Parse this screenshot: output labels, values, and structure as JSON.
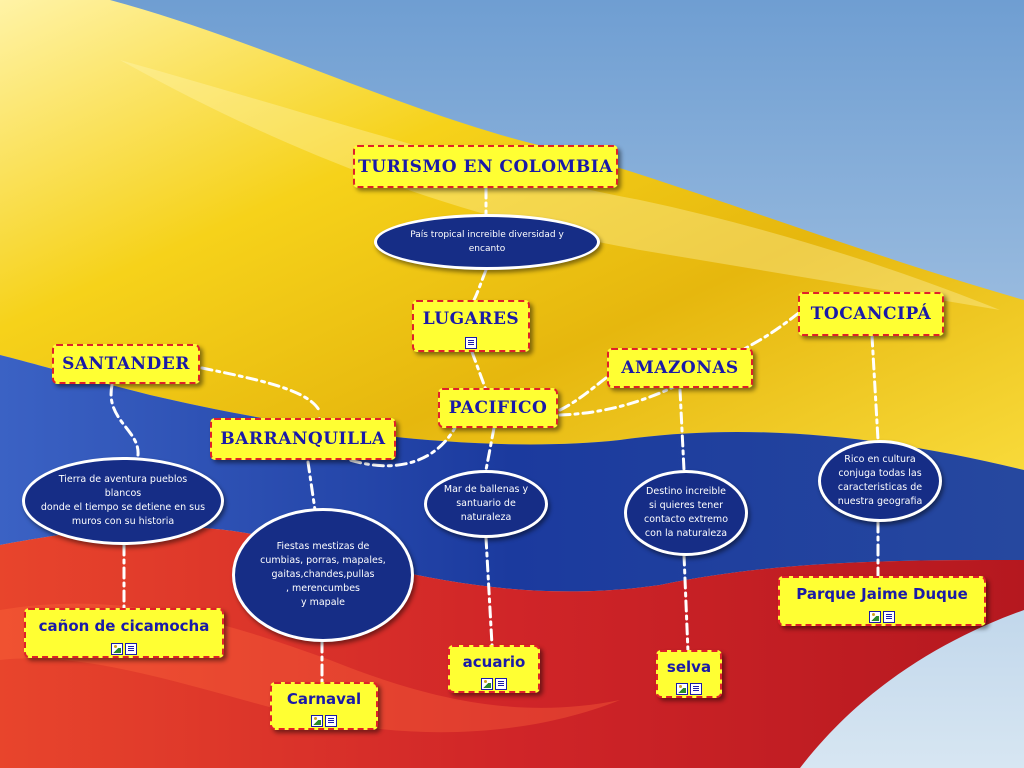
{
  "colors": {
    "yellow": "#f6d21a",
    "blue": "#1b3a9e",
    "red": "#d8262a",
    "box_fill": "#ffff33",
    "box_border": "#e0202a",
    "box_text": "#1a1aa8"
  },
  "map": {
    "title": "TURISMO EN COLOMBIA",
    "intro": "País tropical increible diversidad y encanto",
    "lugares": "LUGARES",
    "regions": {
      "santander": {
        "name": "SANTANDER",
        "desc": "Tierra de aventura pueblos blancos\ndonde el tiempo se detiene en sus\nmuros con su historia",
        "place": "cañon de cicamocha"
      },
      "barranquilla": {
        "name": "BARRANQUILLA",
        "desc": "Fiestas mestizas de\ncumbias, porras, mapales,\ngaitas,chandes,pullas\n, merencumbes\ny mapale",
        "place": "Carnaval"
      },
      "pacifico": {
        "name": "PACIFICO",
        "desc": "Mar de ballenas y\nsantuario de\nnaturaleza",
        "place": "acuario"
      },
      "amazonas": {
        "name": "AMAZONAS",
        "desc": "Destino increible\nsi quieres tener\ncontacto extremo\ncon la naturaleza",
        "place": "selva"
      },
      "tocancipa": {
        "name": "TOCANCIPÁ",
        "desc": "Rico en cultura\nconjuga todas las\ncaracteristicas de\nnuestra geografia",
        "place": "Parque Jaime Duque"
      }
    }
  }
}
